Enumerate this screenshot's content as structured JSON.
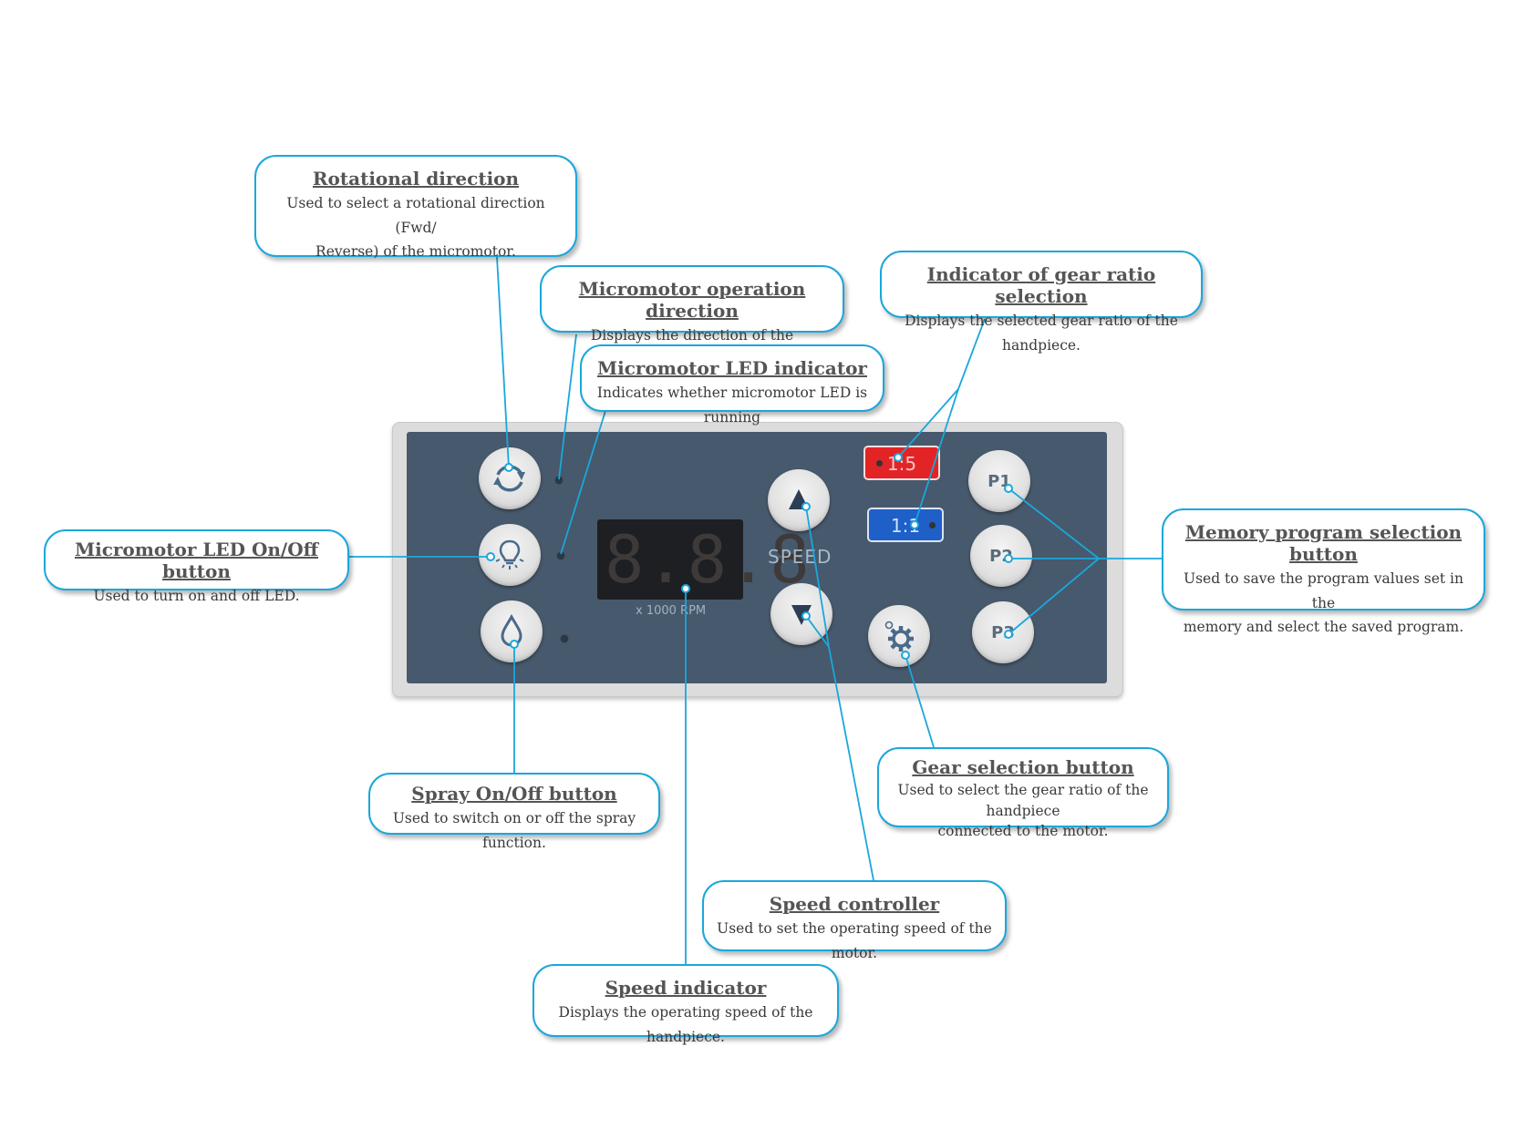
{
  "callouts": {
    "rotational_direction": {
      "title": "Rotational direction",
      "desc_line1": "Used to select a rotational direction (Fwd/",
      "desc_line2": "Reverse) of the micromotor."
    },
    "micromotor_operation_direction": {
      "title": "Micromotor operation direction",
      "desc": "Displays the direction of the micromotor."
    },
    "micromotor_led_indicator": {
      "title": "Micromotor LED indicator",
      "desc": "Indicates whether micromotor LED is running"
    },
    "indicator_gear_ratio": {
      "title": "Indicator of gear ratio selection",
      "desc": "Displays the selected gear ratio of the handpiece."
    },
    "micromotor_led_button": {
      "title": "Micromotor LED On/Off button",
      "desc": "Used to turn on and off LED."
    },
    "memory_program": {
      "title": "Memory program selection button",
      "desc_line1": "Used to save the program values set in the",
      "desc_line2": "memory and select the saved program."
    },
    "spray_button": {
      "title": "Spray On/Off button",
      "desc": "Used to switch on or off the spray function."
    },
    "gear_selection": {
      "title": "Gear selection button",
      "desc_line1": "Used to select the gear ratio of the handpiece",
      "desc_line2": "connected to the motor."
    },
    "speed_controller": {
      "title": "Speed controller",
      "desc": "Used to set the operating speed of the motor."
    },
    "speed_indicator": {
      "title": "Speed indicator",
      "desc": "Displays the operating speed of the handpiece."
    }
  },
  "panel": {
    "display_digits": "8.8.8",
    "display_unit": "x 1000 RPM",
    "speed_label": "SPEED",
    "ratio_red": "1:5",
    "ratio_blue": "1:1",
    "program_buttons": [
      "P1",
      "P2",
      "P3"
    ]
  },
  "colors": {
    "callout_border": "#1aa7dc",
    "leader_line": "#1aa7dc",
    "panel_face": "#47596c",
    "ratio_red": "#e32426",
    "ratio_blue": "#1f5fc8"
  },
  "icons": [
    "rotation-arrows-icon",
    "led-bulb-icon",
    "water-drop-icon",
    "arrow-up-icon",
    "arrow-down-icon",
    "gear-icon"
  ]
}
